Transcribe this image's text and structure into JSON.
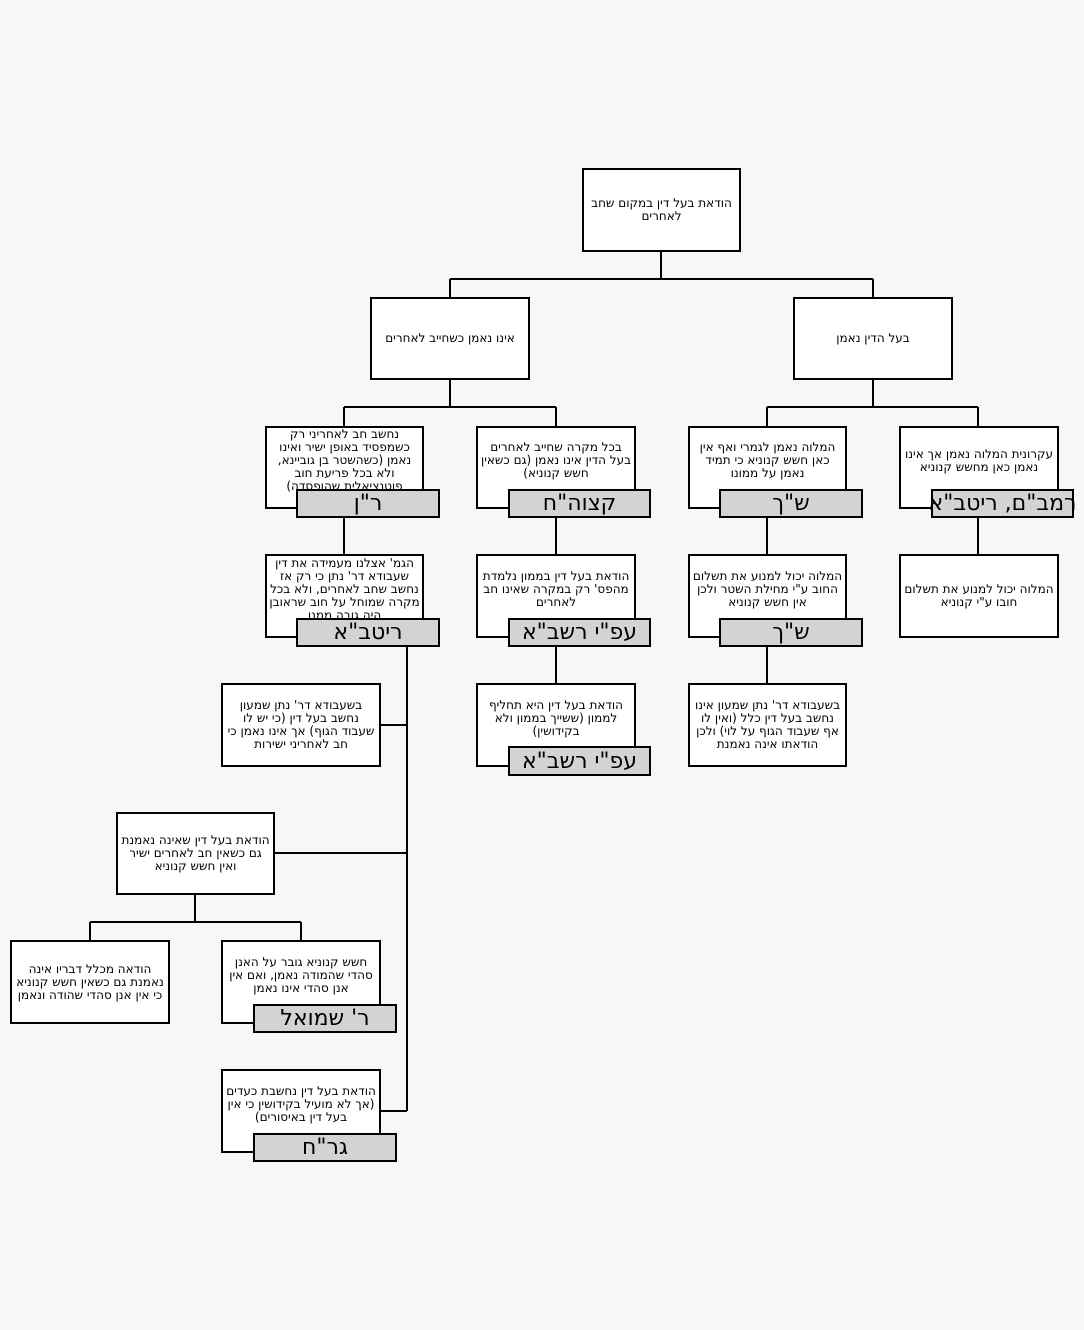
{
  "nodes": {
    "root": "הודאת בעל דין במקום שחב לאחרים",
    "believed": "בעל הדין נאמן",
    "not_believed": "אינו נאמן כשחייב לאחרים",
    "n_lender_trusted_but_fear": "עקרונית המלוה נאמן אך אינו נאמן כאן מחשש קנוניא",
    "n_lender_fully_trusted": "המלוה נאמן לגמרי ואף אין כאן חשש קנוניא כי תמיד נאמן על ממונו",
    "n_every_case": "בכל מקרה שחייב לאחרים בעל הדין אינו נאמן (גם כשאין חשש קנוניא)",
    "n_considered_owing": "נחשב חב לאחריני רק כשמפסיד באופן ישיר ואינו נאמן (כשהשטר בן גוביינא, ולא בכל פריעת חוב פוטנציאלית שהופסדה)",
    "n_lender_can_prevent_fear": "המלוה יכול למנוע את תשלום חובו ע\"י קנוניא",
    "n_lender_can_prevent_forgive": "המלוה יכול למנוע את תשלום החוב ע\"י מחילת השטר ולכן אין חשש קנוניא",
    "n_monetary_admission": "הודאת בעל דין בממון נלמדת מהפס' רק במקרה שאינו חב לאחרים",
    "n_gemara": "הגמ' אצלנו מעמידה את דין שעבודא דר' נתן כי רק אז נחשב שחב לאחרים, ולא בכל מקרה שמוחל על חוב שראובן היה גובה ממנו",
    "n_shimon_not_party": "בשעבודא דר' נתן שמעון אינו נחשב בעל דין כלל (ואין לו אף שעבוד הגוף על לוי) ולכן הודאתו אינה נאמנת",
    "n_instead_of_money": "הודאת בעל דין היא תחליף לממון (ששייך בממון ולא בקידושין)",
    "n_shimon_party": "בשעבודא דר' נתן שמעון נחשב בעל דין (כי יש לו שעבוד הגוף) אך אינו נאמן כי חב לאחריני ישירות",
    "n_not_trusted_even": "הודאת בעל דין שאינה נאמנת גם כשאין חב לאחרים ישיר ואין חשש קנוניא",
    "n_fear_overrides": "חשש קנוניא גובר על האנן סהדי שהמודה נאמן, ואם אין אנן סהדי אינו נאמן",
    "n_whole_statement": "הודאה מכלל דבריו אינה נאמנת גם כשאין חשש קנוניא כי אין אנן סהדי שהודה ונאמן",
    "n_as_witnesses": "הודאת בעל דין נחשבת כעדים (אך לא מועיל בקידושין כי אין בעל דין באיסורים)"
  },
  "sources": {
    "rambam": "רמב\"ם, ריטב\"א",
    "shach1": "ש\"ך",
    "ketzot": "קצוה\"ח",
    "ran": "ר\"ן",
    "shach2": "ש\"ך",
    "rashba1": "עפ\"י רשב\"א",
    "ritva": "ריטב\"א",
    "rashba2": "עפ\"י רשב\"א",
    "r_shmuel": "ר' שמואל",
    "grach": "גר\"ח"
  },
  "colors": {
    "background": "#f7f7f7",
    "node_fill": "#ffffff",
    "source_fill": "#d3d3d3",
    "line": "#000000"
  }
}
